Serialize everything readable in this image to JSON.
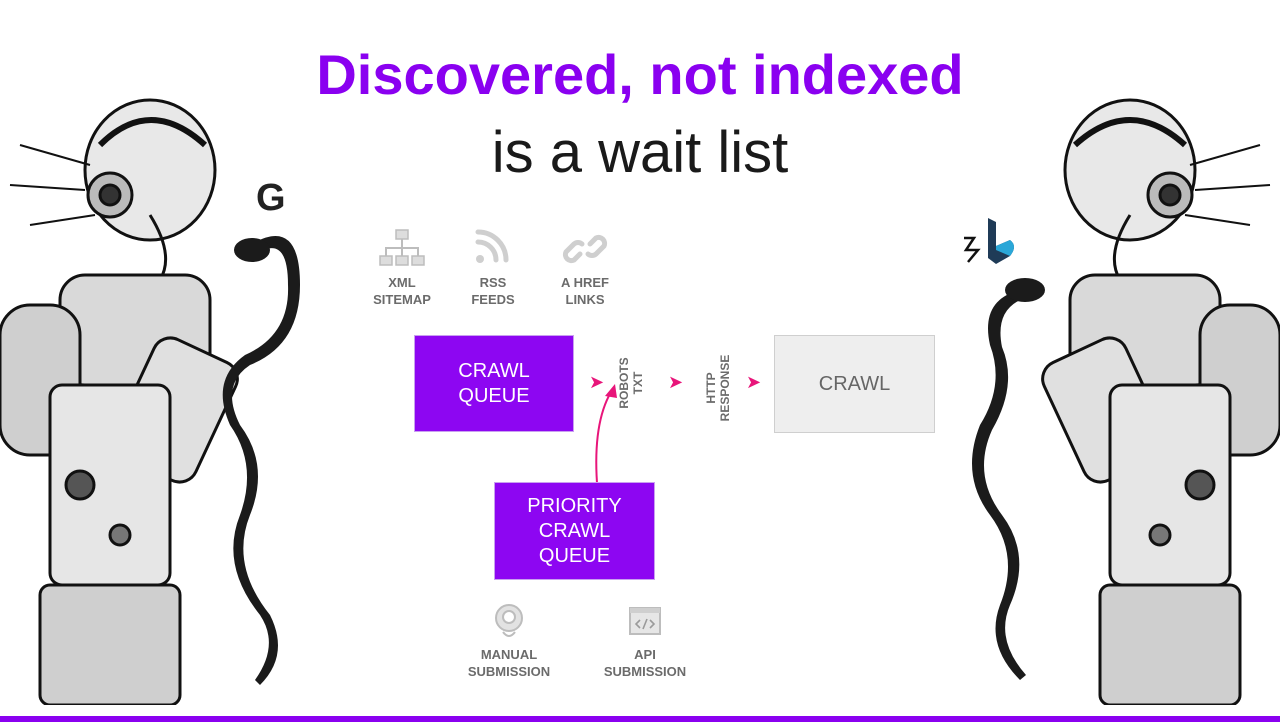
{
  "title": "Discovered, not indexed",
  "subtitle": "is a wait list",
  "sources": [
    {
      "label": "XML\nSITEMAP",
      "icon": "sitemap-icon"
    },
    {
      "label": "RSS\nFEEDS",
      "icon": "rss-icon"
    },
    {
      "label": "A HREF\nLINKS",
      "icon": "link-icon"
    }
  ],
  "crawl_queue": "CRAWL\nQUEUE",
  "robots_txt": "ROBOTS\nTXT",
  "http_response": "HTTP\nRESPONSE",
  "crawl": "CRAWL",
  "priority_queue": "PRIORITY\nCRAWL\nQUEUE",
  "submissions": [
    {
      "label": "MANUAL\nSUBMISSION",
      "icon": "pin-icon"
    },
    {
      "label": "API\nSUBMISSION",
      "icon": "code-window-icon"
    }
  ],
  "google_logo": "G",
  "colors": {
    "accent": "#8a00f0",
    "arrow": "#e8157a",
    "box_grey": "#eeeeee"
  }
}
